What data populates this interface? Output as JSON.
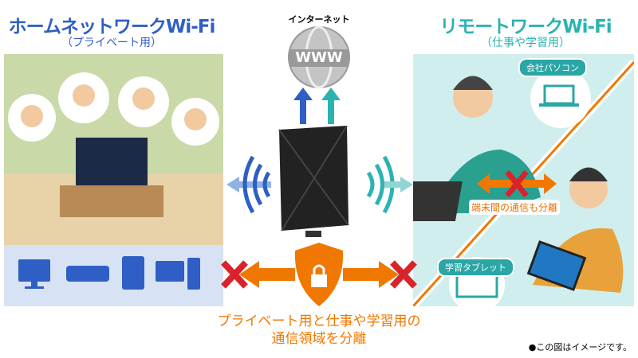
{
  "left": {
    "title": "ホームネットワークWi-Fi",
    "subtitle": "（プライベート用）"
  },
  "right": {
    "title": "リモートワークWi-Fi",
    "subtitle": "（仕事や学習用）",
    "bubble_pc": "会社パソコン",
    "bubble_tablet": "学習タブレット",
    "separation_label": "端末間の通信も分離"
  },
  "center": {
    "internet_label": "インターネット",
    "globe_text": "WWW"
  },
  "bottom_text": [
    "プライベート用と仕事や学習用の",
    "通信領域を分離"
  ],
  "note": "●この図はイメージです。",
  "colors": {
    "home_blue": "#2f5fc4",
    "remote_teal": "#2bb3b1",
    "orange": "#f07800",
    "red": "#d9232b"
  }
}
